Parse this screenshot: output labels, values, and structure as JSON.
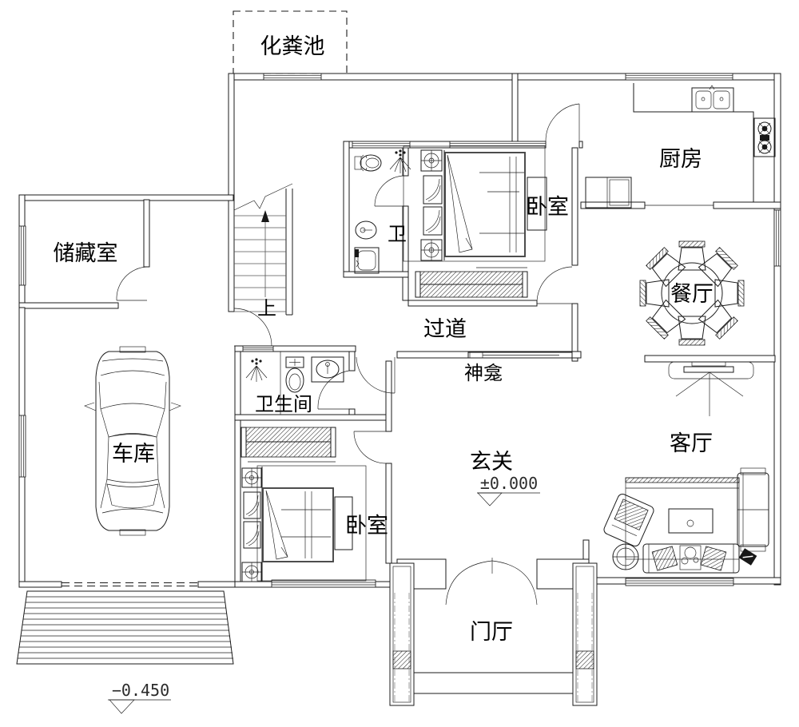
{
  "plan": {
    "rooms": {
      "septic_tank": {
        "label": "化粪池"
      },
      "kitchen": {
        "label": "厨房"
      },
      "bedroom_top": {
        "label": "卧室"
      },
      "storage": {
        "label": "储藏室"
      },
      "toilet": {
        "label": "卫"
      },
      "dining": {
        "label": "餐厅"
      },
      "corridor": {
        "label": "过道"
      },
      "shrine": {
        "label": "神龛"
      },
      "bathroom": {
        "label": "卫生间"
      },
      "garage": {
        "label": "车库"
      },
      "entrance": {
        "label": "玄关"
      },
      "living": {
        "label": "客厅"
      },
      "bedroom_bottom": {
        "label": "卧室"
      },
      "foyer": {
        "label": "门厅"
      }
    },
    "stairs": {
      "direction_label": "上"
    },
    "elevations": {
      "entrance": "±0.000",
      "outdoor": "−0.450"
    },
    "colors": {
      "line": "#1b1b1b",
      "background": "#ffffff"
    }
  }
}
